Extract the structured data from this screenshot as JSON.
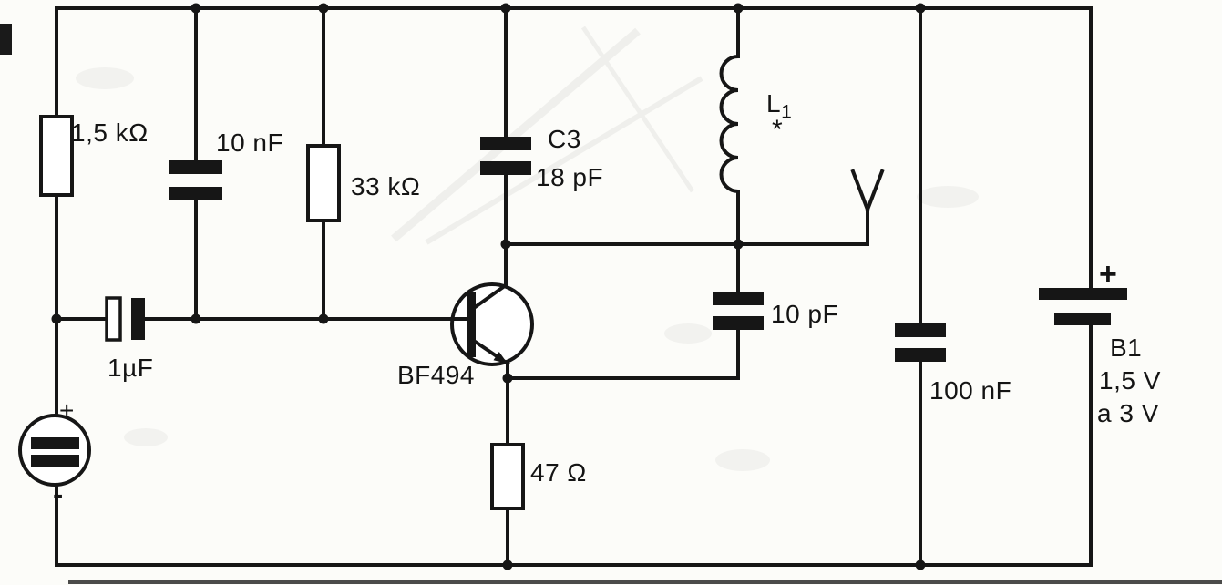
{
  "diagram": {
    "kind": "electronic-schematic"
  },
  "components": {
    "r1": {
      "type": "resistor",
      "value": "1,5 kΩ"
    },
    "c1": {
      "type": "capacitor",
      "value": "10 nF"
    },
    "r2": {
      "type": "resistor",
      "value": "33 kΩ"
    },
    "c3": {
      "type": "capacitor",
      "name": "C3",
      "value": "18 pF"
    },
    "l1": {
      "type": "inductor",
      "name": "L",
      "sub": "1",
      "note": "*"
    },
    "ant": {
      "type": "antenna"
    },
    "c4": {
      "type": "capacitor",
      "value": "10 pF"
    },
    "c5": {
      "type": "capacitor",
      "value": "100 nF"
    },
    "b1": {
      "type": "battery",
      "polarity": "+",
      "name": "B1",
      "value_min": "1,5 V",
      "value_max": "a 3 V"
    },
    "cin": {
      "type": "capacitor-polarized",
      "value": "1µF"
    },
    "q1": {
      "type": "transistor-npn",
      "name": "BF494"
    },
    "r3": {
      "type": "resistor",
      "value": "47 Ω"
    },
    "mic": {
      "type": "electret-microphone",
      "plus": "+",
      "minus": "-"
    }
  },
  "colors": {
    "ink": "#161616",
    "paper": "#fcfcf9"
  }
}
